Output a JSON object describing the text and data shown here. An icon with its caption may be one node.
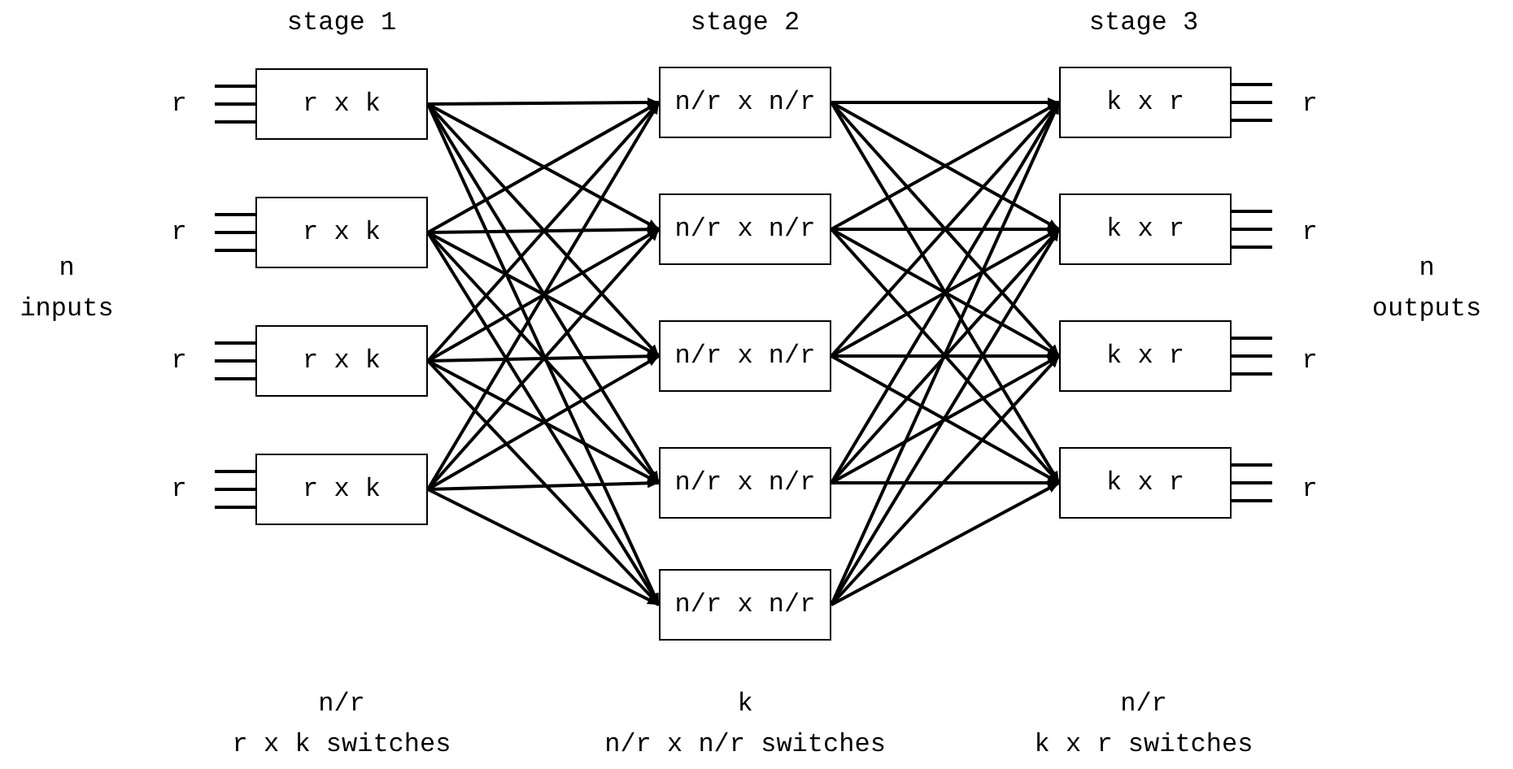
{
  "diagram": {
    "nodes": [
      {
        "text": [
          "r x k"
        ]
      },
      {
        "text": [
          "r x k"
        ]
      },
      {
        "text": [
          "r x k"
        ]
      },
      {
        "text": [
          "r x k"
        ]
      },
      {
        "text": [
          "n/r x n/r"
        ]
      },
      {
        "text": [
          "n/r x n/r"
        ]
      },
      {
        "text": [
          "n/r x n/r"
        ]
      },
      {
        "text": [
          "n/r x n/r"
        ]
      },
      {
        "text": [
          "n/r x n/r"
        ]
      },
      {
        "text": [
          "k x r"
        ]
      },
      {
        "text": [
          "k x r"
        ]
      },
      {
        "text": [
          "k x r"
        ]
      },
      {
        "text": [
          "k x r"
        ]
      }
    ],
    "edges": [
      {
        "from": null,
        "to": 0,
        "arrow": "none"
      },
      {
        "from": null,
        "to": 0,
        "arrow": "none"
      },
      {
        "from": null,
        "to": 0,
        "arrow": "none"
      },
      {
        "from": null,
        "to": 1,
        "arrow": "none"
      },
      {
        "from": null,
        "to": 1,
        "arrow": "none"
      },
      {
        "from": null,
        "to": 1,
        "arrow": "none"
      },
      {
        "from": null,
        "to": 2,
        "arrow": "none"
      },
      {
        "from": null,
        "to": 2,
        "arrow": "none"
      },
      {
        "from": null,
        "to": 2,
        "arrow": "none"
      },
      {
        "from": null,
        "to": 3,
        "arrow": "none"
      },
      {
        "from": null,
        "to": 3,
        "arrow": "none"
      },
      {
        "from": null,
        "to": 3,
        "arrow": "none"
      },
      {
        "from": 0,
        "to": 4,
        "arrow": "to"
      },
      {
        "from": 0,
        "to": 5,
        "arrow": "to"
      },
      {
        "from": 0,
        "to": 6,
        "arrow": "to"
      },
      {
        "from": 0,
        "to": 7,
        "arrow": "to"
      },
      {
        "from": 0,
        "to": 8,
        "arrow": "to"
      },
      {
        "from": 1,
        "to": 4,
        "arrow": "to"
      },
      {
        "from": 1,
        "to": 5,
        "arrow": "to"
      },
      {
        "from": 1,
        "to": 6,
        "arrow": "to"
      },
      {
        "from": 1,
        "to": 7,
        "arrow": "to"
      },
      {
        "from": 1,
        "to": 8,
        "arrow": "to"
      },
      {
        "from": 2,
        "to": 4,
        "arrow": "to"
      },
      {
        "from": 2,
        "to": 5,
        "arrow": "to"
      },
      {
        "from": 2,
        "to": 6,
        "arrow": "to"
      },
      {
        "from": 2,
        "to": 7,
        "arrow": "to"
      },
      {
        "from": 2,
        "to": 8,
        "arrow": "to"
      },
      {
        "from": 3,
        "to": 4,
        "arrow": "to"
      },
      {
        "from": 3,
        "to": 5,
        "arrow": "to"
      },
      {
        "from": 3,
        "to": 6,
        "arrow": "to"
      },
      {
        "from": 3,
        "to": 7,
        "arrow": "to"
      },
      {
        "from": 3,
        "to": 8,
        "arrow": "to"
      },
      {
        "from": 4,
        "to": 9,
        "arrow": "to"
      },
      {
        "from": 4,
        "to": 10,
        "arrow": "to"
      },
      {
        "from": 4,
        "to": 11,
        "arrow": "to"
      },
      {
        "from": 4,
        "to": 12,
        "arrow": "to"
      },
      {
        "from": 5,
        "to": 9,
        "arrow": "to"
      },
      {
        "from": 5,
        "to": 10,
        "arrow": "to"
      },
      {
        "from": 5,
        "to": 11,
        "arrow": "to"
      },
      {
        "from": 5,
        "to": 12,
        "arrow": "to"
      },
      {
        "from": 6,
        "to": 9,
        "arrow": "to"
      },
      {
        "from": 6,
        "to": 10,
        "arrow": "to"
      },
      {
        "from": 6,
        "to": 11,
        "arrow": "to"
      },
      {
        "from": 6,
        "to": 12,
        "arrow": "to"
      },
      {
        "from": 7,
        "to": 9,
        "arrow": "to"
      },
      {
        "from": 7,
        "to": 10,
        "arrow": "to"
      },
      {
        "from": 7,
        "to": 11,
        "arrow": "to"
      },
      {
        "from": 7,
        "to": 12,
        "arrow": "to"
      },
      {
        "from": 8,
        "to": 9,
        "arrow": "to"
      },
      {
        "from": 8,
        "to": 10,
        "arrow": "to"
      },
      {
        "from": 8,
        "to": 11,
        "arrow": "to"
      },
      {
        "from": 8,
        "to": 12,
        "arrow": "to"
      },
      {
        "from": 9,
        "to": null,
        "arrow": "none"
      },
      {
        "from": 9,
        "to": null,
        "arrow": "none"
      },
      {
        "from": 9,
        "to": null,
        "arrow": "none"
      },
      {
        "from": 10,
        "to": null,
        "arrow": "none"
      },
      {
        "from": 10,
        "to": null,
        "arrow": "none"
      },
      {
        "from": 10,
        "to": null,
        "arrow": "none"
      },
      {
        "from": 11,
        "to": null,
        "arrow": "none"
      },
      {
        "from": 11,
        "to": null,
        "arrow": "none"
      },
      {
        "from": 11,
        "to": null,
        "arrow": "none"
      },
      {
        "from": 12,
        "to": null,
        "arrow": "none"
      },
      {
        "from": 12,
        "to": null,
        "arrow": "none"
      },
      {
        "from": 12,
        "to": null,
        "arrow": "none"
      }
    ],
    "labels": [
      "stage 1",
      "stage 2",
      "stage 3",
      "r",
      "r",
      "r",
      "r",
      "n",
      "inputs",
      "n",
      "outputs",
      "r",
      "r",
      "r",
      "r",
      "n/r",
      "k",
      "n/r",
      "r x k switches",
      "n/r x n/r switches",
      "k x r switches"
    ]
  }
}
